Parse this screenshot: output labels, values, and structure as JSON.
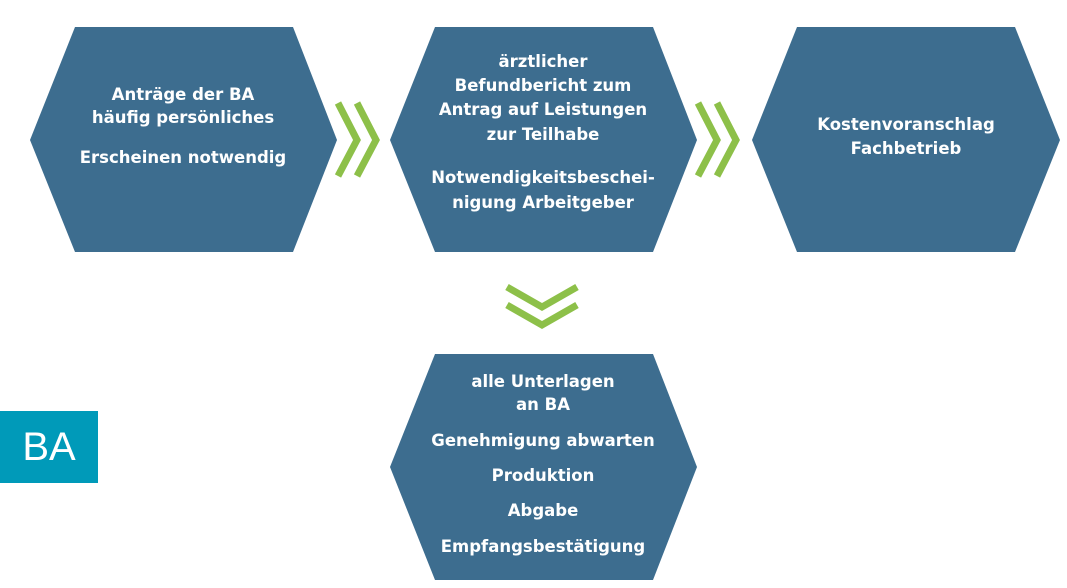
{
  "colors": {
    "hexagon": "#3d6d8f",
    "arrow": "#8dc049",
    "badge": "#009ab9"
  },
  "steps": [
    {
      "lines": [
        "Anträge der BA",
        "häufig persönliches",
        "Erscheinen notwendig"
      ]
    },
    {
      "lines": [
        "ärztlicher",
        "Befundbericht zum",
        "Antrag auf Leistungen",
        "zur Teilhabe",
        "Notwendigkeitsbeschei-",
        "nigung Arbeitgeber"
      ]
    },
    {
      "lines": [
        "Kostenvoranschlag",
        "Fachbetrieb"
      ]
    },
    {
      "lines": [
        "alle Unterlagen",
        "an BA",
        "Genehmigung abwarten",
        "Produktion",
        "Abgabe",
        "Empfangsbestätigung"
      ]
    }
  ],
  "badge": "BA"
}
